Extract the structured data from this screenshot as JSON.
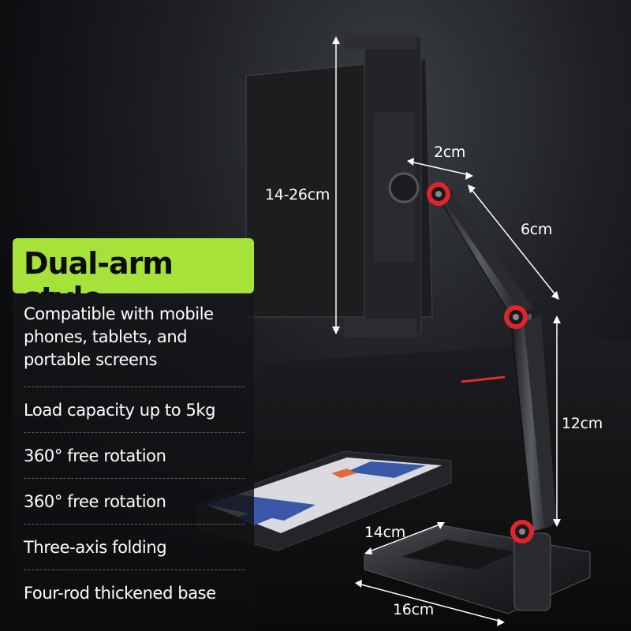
{
  "headline": "Dual-arm style",
  "description": "Compatible with mobile phones, tablets, and portable screens",
  "features": [
    "Load capacity up to 5kg",
    "360° free rotation",
    "360° free rotation",
    "Three-axis folding",
    "Four-rod thickened base"
  ],
  "dimensions": {
    "clamp_range": "14-26cm",
    "joint_offset": "2cm",
    "upper_arm": "6cm",
    "lower_arm": "12cm",
    "base_width": "14cm",
    "base_length": "16cm"
  },
  "colors": {
    "accent": "#a6e23a",
    "joint_ring": "#e0242c",
    "background": "#16181b"
  }
}
